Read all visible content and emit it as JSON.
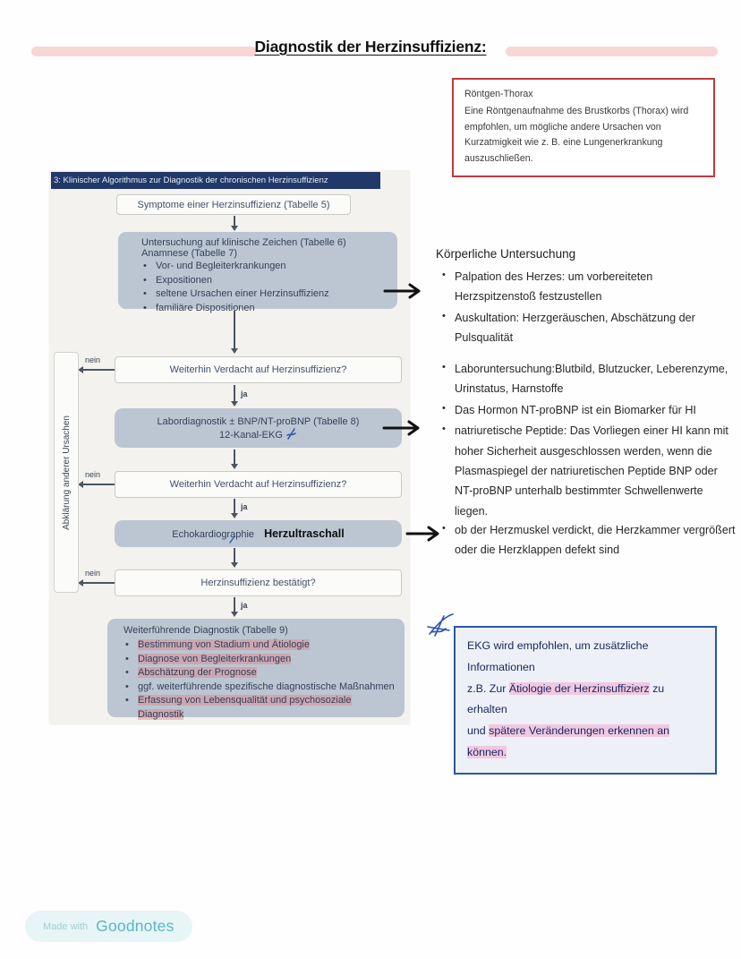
{
  "page": {
    "title": "Diagnostik der Herzinsuffizienz:",
    "made_with": "Made with",
    "brand": "Goodnotes"
  },
  "colors": {
    "title_highlight": "#f9d6d6",
    "xray_border": "#c13a3a",
    "flow_header_bg": "#20386a",
    "flow_box_blue": "#bcc6d2",
    "flow_highlight_pink": "#df808c",
    "ekg_border": "#2f55a4",
    "ekg_highlight_pink": "#f2b2d5",
    "pen_blue": "#2a5ab4",
    "brand_teal": "#57b7c8"
  },
  "xray_note": {
    "title": "Röntgen-Thorax",
    "body": "Eine Röntgenaufnahme des Brustkorbs (Thorax) wird empfohlen, um mögliche andere Ursachen von Kurzatmigkeit wie z. B. eine Lungenerkrankung auszuschließen."
  },
  "flowchart": {
    "header": "3:  Klinischer Algorithmus zur Diagnostik der chronischen Herzinsuffizienz",
    "side_label": "Abklärung anderer Ursachen",
    "labels": {
      "no": "nein",
      "yes": "ja"
    },
    "boxes": {
      "symptoms": "Symptome einer Herzinsuffizienz (Tabelle 5)",
      "exam_title": "Untersuchung auf klinische Zeichen (Tabelle 6)",
      "exam_subtitle": "Anamnese (Tabelle 7)",
      "exam_bullets": [
        "Vor- und Begleiterkrankungen",
        "Expositionen",
        "seltene Ursachen einer Herzinsuffizienz",
        "familiäre Dispositionen"
      ],
      "suspicion1": "Weiterhin Verdacht auf Herzinsuffizienz?",
      "lab_line1": "Labordiagnostik ± BNP/NT-proBNP (Tabelle 8)",
      "lab_line2": "12-Kanal-EKG",
      "suspicion2": "Weiterhin Verdacht auf Herzinsuffizienz?",
      "echo": "Echokardiographie",
      "echo_handwritten": "Herzultraschall",
      "confirmed": "Herzinsuffizienz bestätigt?",
      "further_title": "Weiterführende Diagnostik (Tabelle 9)",
      "further_bullets": [
        {
          "text": "Bestimmung von Stadium und Ätiologie",
          "highlight": true
        },
        {
          "text": "Diagnose von Begleiterkrankungen",
          "highlight": true
        },
        {
          "text": "Abschätzung der Prognose",
          "highlight": true
        },
        {
          "text": "ggf. weiterführende spezifische diagnostische Maßnahmen",
          "highlight": false
        },
        {
          "text": "Erfassung von Lebensqualität und psychosoziale Diagnostik",
          "highlight": true
        }
      ]
    }
  },
  "annotations": {
    "physical_exam": {
      "title": "Körperliche Untersuchung",
      "bullets": [
        "Palpation des Herzes: um vorbereiteten Herzspitzenstoß festzustellen",
        "Auskultation: Herzgeräuschen, Abschätzung der Pulsqualität"
      ]
    },
    "lab": {
      "bullets": [
        "Laboruntersuchung:Blutbild, Blutzucker, Leberenzyme, Urinstatus, Harnstoffe",
        "Das Hormon NT-proBNP ist ein Biomarker für HI",
        "natriuretische Peptide: Das Vorliegen einer HI kann mit hoher Sicherheit ausgeschlossen werden, wenn die Plasmaspiegel der natriuretischen Peptide BNP oder NT-proBNP unterhalb bestimmter Schwellenwerte liegen."
      ]
    },
    "echo": {
      "bullets": [
        "ob der Herzmuskel verdickt, die Herzkammer vergrößert oder die Herzklappen defekt sind"
      ]
    }
  },
  "ekg_note": {
    "line1": "EKG wird empfohlen, um zusätzliche Informationen",
    "line2_prefix": "z.B. Zur ",
    "line2_highlight": "Ätiologie der Herzinsuffizierz",
    "line2_suffix": " zu erhalten",
    "line3_prefix": "und ",
    "line3_highlight": "spätere Veränderungen erkennen an können."
  }
}
